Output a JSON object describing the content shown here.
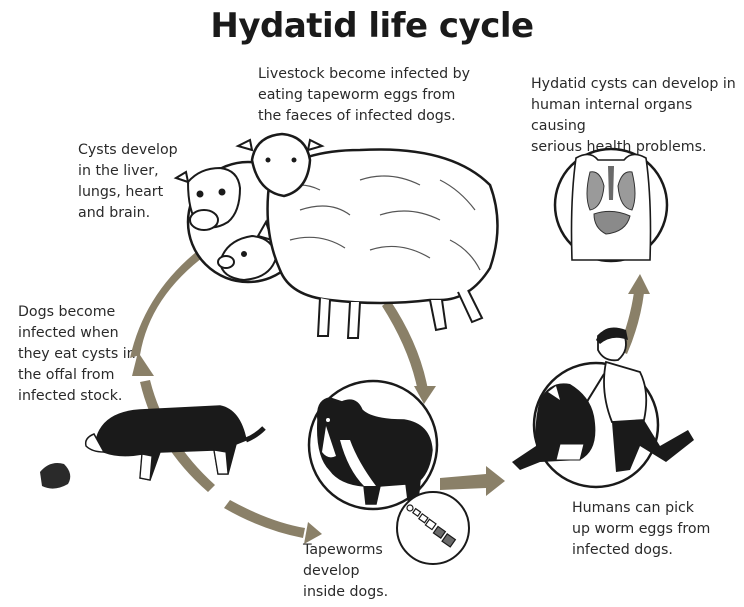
{
  "title": "Hydatid life cycle",
  "captions": {
    "livestock": "Livestock become infected by\neating tapeworm eggs from\nthe faeces of infected dogs.",
    "human_organs": "Hydatid cysts can develop in\nhuman internal organs causing\nserious health problems.",
    "cysts": "Cysts develop\nin the liver,\nlungs, heart\nand brain.",
    "dogs_infected": "Dogs become\ninfected when\nthey eat cysts in\nthe offal from\ninfected stock.",
    "humans_pick": "Humans can pick\nup worm eggs from\ninfected dogs.",
    "tapeworms": "Tapeworms\ndevelop\ninside dogs."
  },
  "colors": {
    "arrow": "#8a8068",
    "ink": "#1a1a1a",
    "organ": "#9a9a9a"
  },
  "icons": [
    "cattle-icon",
    "pig-icon",
    "sheep-icon",
    "human-torso-organs-icon",
    "dog-eating-offal-icon",
    "dog-icon",
    "tapeworm-icon",
    "boy-with-dog-icon"
  ]
}
